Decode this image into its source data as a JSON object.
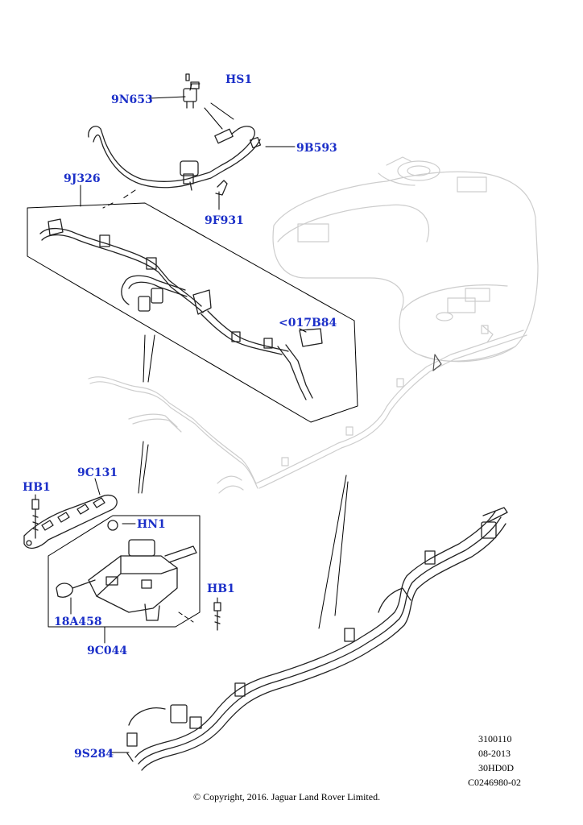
{
  "colors": {
    "callout": "#1b2fc8",
    "line": "#000000",
    "ghost": "#c9c9c9"
  },
  "callouts": {
    "hs1": "HS1",
    "n9n653": "9N653",
    "b9b593": "9B593",
    "j9j326": "9J326",
    "f9f931": "9F931",
    "b017b84": "<017B84",
    "c9c131": "9C131",
    "hb1_left": "HB1",
    "hn1": "HN1",
    "hb1_right": "HB1",
    "a18a458": "18A458",
    "c9c044": "9C044",
    "s9s284": "9S284"
  },
  "meta": {
    "line1": "3100110",
    "line2": "08-2013",
    "line3": "30HD0D",
    "line4": "C0246980-02"
  },
  "copyright": "© Copyright, 2016. Jaguar Land Rover Limited."
}
